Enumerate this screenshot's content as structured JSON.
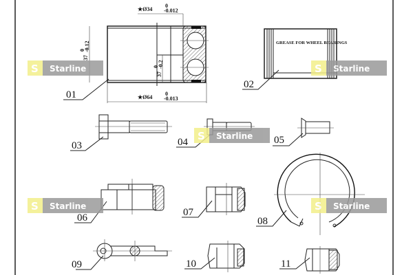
{
  "parts": [
    {
      "number": "01"
    },
    {
      "number": "02"
    },
    {
      "number": "03"
    },
    {
      "number": "04"
    },
    {
      "number": "05"
    },
    {
      "number": "06"
    },
    {
      "number": "07"
    },
    {
      "number": "08"
    },
    {
      "number": "09"
    },
    {
      "number": "10"
    },
    {
      "number": "11"
    }
  ],
  "dimensions": {
    "inner_diameter": "★Ø34",
    "inner_tol_upper": "0",
    "inner_tol_lower": "-0.012",
    "outer_diameter": "★Ø64",
    "outer_tol_upper": "0",
    "outer_tol_lower": "-0.013",
    "width_outer": "37",
    "width_outer_tol_upper": "0",
    "width_outer_tol_lower": "-0.12",
    "width_inner": "37",
    "width_inner_tol_upper": "0",
    "width_inner_tol_lower": "-0.2"
  },
  "grease_label": "GREASE FOR WHEEL BEARINGS",
  "watermark": {
    "brand": "Starline",
    "logo_letter": "S",
    "logo_color": "#f3ef8a",
    "box_color": "#9a9a9a"
  },
  "colors": {
    "line": "#222222",
    "background": "#ffffff"
  }
}
